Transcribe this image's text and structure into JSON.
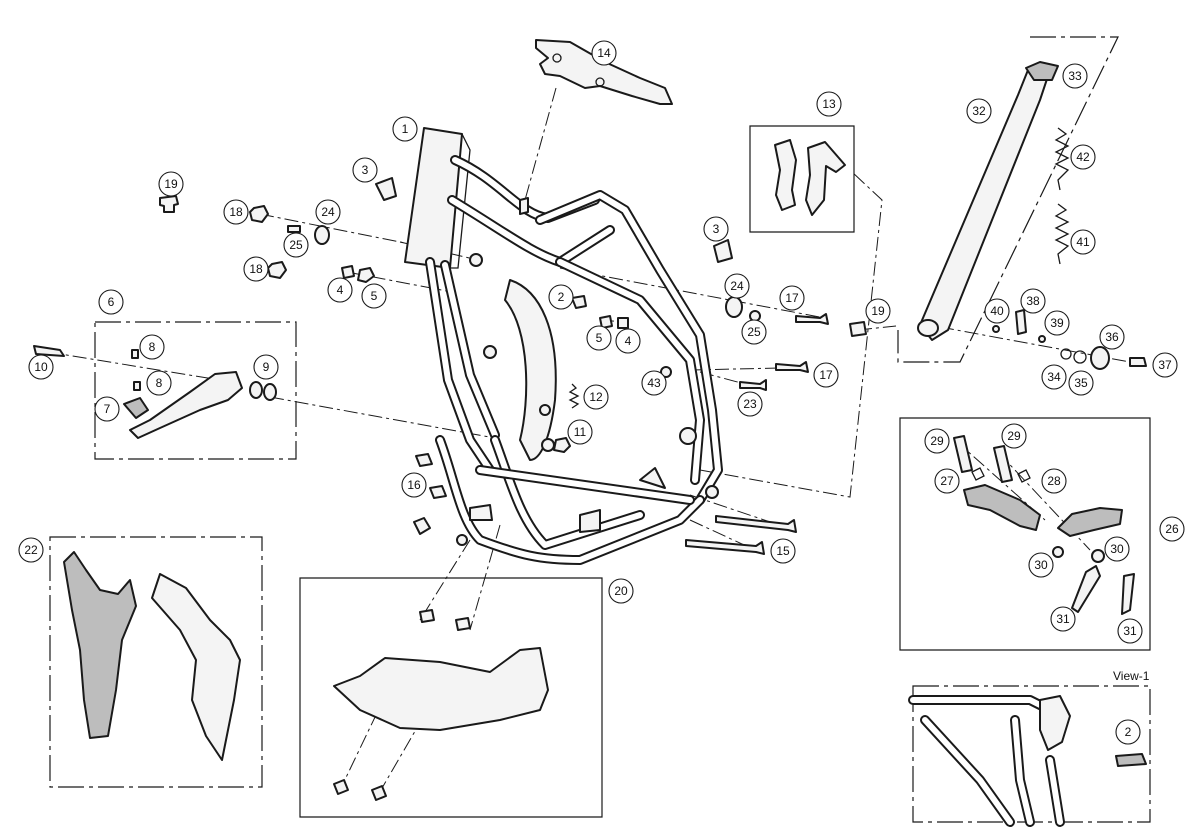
{
  "diagram": {
    "view_label": "View-1",
    "callouts": [
      {
        "id": "c1",
        "label": "1"
      },
      {
        "id": "c2",
        "label": "2"
      },
      {
        "id": "c2v",
        "label": "2"
      },
      {
        "id": "c3a",
        "label": "3"
      },
      {
        "id": "c3b",
        "label": "3"
      },
      {
        "id": "c4a",
        "label": "4"
      },
      {
        "id": "c4b",
        "label": "4"
      },
      {
        "id": "c5a",
        "label": "5"
      },
      {
        "id": "c5b",
        "label": "5"
      },
      {
        "id": "c6",
        "label": "6"
      },
      {
        "id": "c7",
        "label": "7"
      },
      {
        "id": "c8a",
        "label": "8"
      },
      {
        "id": "c8b",
        "label": "8"
      },
      {
        "id": "c9",
        "label": "9"
      },
      {
        "id": "c10",
        "label": "10"
      },
      {
        "id": "c11",
        "label": "11"
      },
      {
        "id": "c12",
        "label": "12"
      },
      {
        "id": "c13",
        "label": "13"
      },
      {
        "id": "c14",
        "label": "14"
      },
      {
        "id": "c15",
        "label": "15"
      },
      {
        "id": "c16",
        "label": "16"
      },
      {
        "id": "c17a",
        "label": "17"
      },
      {
        "id": "c17b",
        "label": "17"
      },
      {
        "id": "c18a",
        "label": "18"
      },
      {
        "id": "c18b",
        "label": "18"
      },
      {
        "id": "c19a",
        "label": "19"
      },
      {
        "id": "c19b",
        "label": "19"
      },
      {
        "id": "c20",
        "label": "20"
      },
      {
        "id": "c22",
        "label": "22"
      },
      {
        "id": "c23",
        "label": "23"
      },
      {
        "id": "c24a",
        "label": "24"
      },
      {
        "id": "c24b",
        "label": "24"
      },
      {
        "id": "c25a",
        "label": "25"
      },
      {
        "id": "c25b",
        "label": "25"
      },
      {
        "id": "c26",
        "label": "26"
      },
      {
        "id": "c27",
        "label": "27"
      },
      {
        "id": "c28",
        "label": "28"
      },
      {
        "id": "c29a",
        "label": "29"
      },
      {
        "id": "c29b",
        "label": "29"
      },
      {
        "id": "c30a",
        "label": "30"
      },
      {
        "id": "c30b",
        "label": "30"
      },
      {
        "id": "c31a",
        "label": "31"
      },
      {
        "id": "c31b",
        "label": "31"
      },
      {
        "id": "c32",
        "label": "32"
      },
      {
        "id": "c33",
        "label": "33"
      },
      {
        "id": "c34",
        "label": "34"
      },
      {
        "id": "c35",
        "label": "35"
      },
      {
        "id": "c36",
        "label": "36"
      },
      {
        "id": "c37",
        "label": "37"
      },
      {
        "id": "c38",
        "label": "38"
      },
      {
        "id": "c39",
        "label": "39"
      },
      {
        "id": "c40",
        "label": "40"
      },
      {
        "id": "c41",
        "label": "41"
      },
      {
        "id": "c42",
        "label": "42"
      },
      {
        "id": "c43",
        "label": "43"
      }
    ]
  }
}
